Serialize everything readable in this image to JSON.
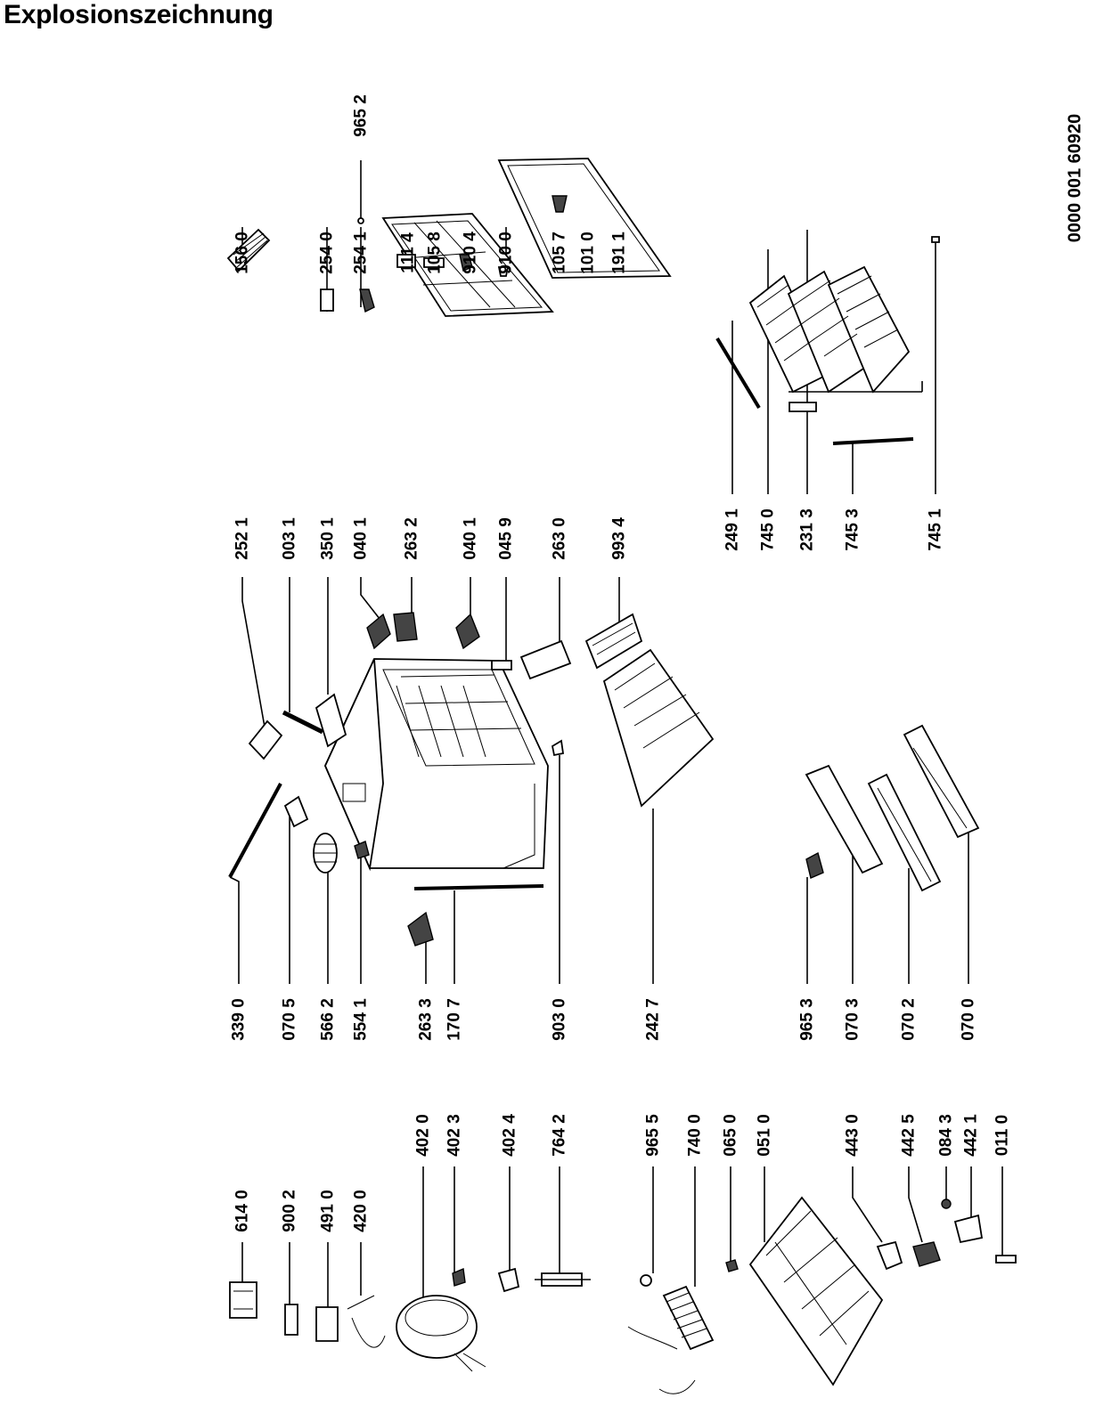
{
  "title": "Explosionszeichnung",
  "document_number": "0000 001 60920",
  "diagram": {
    "part_labels": [
      "965 2",
      "156 0",
      "254 0",
      "254 1",
      "111 4",
      "105 8",
      "910 4",
      "910 0",
      "105 7",
      "101 0",
      "191 1",
      "249 1",
      "745 0",
      "231 3",
      "745 3",
      "745 1",
      "252 1",
      "003 1",
      "350 1",
      "040 1",
      "263 2",
      "040 1",
      "045 9",
      "263 0",
      "993 4",
      "339 0",
      "070 5",
      "566 2",
      "554 1",
      "263 3",
      "170 7",
      "903 0",
      "242 7",
      "965 3",
      "070 3",
      "070 2",
      "070 0",
      "614 0",
      "900 2",
      "491 0",
      "420 0",
      "402 0",
      "402 3",
      "402 4",
      "764 2",
      "965 5",
      "740 0",
      "065 0",
      "051 0",
      "443 0",
      "442 5",
      "084 3",
      "442 1",
      "011 0"
    ]
  }
}
